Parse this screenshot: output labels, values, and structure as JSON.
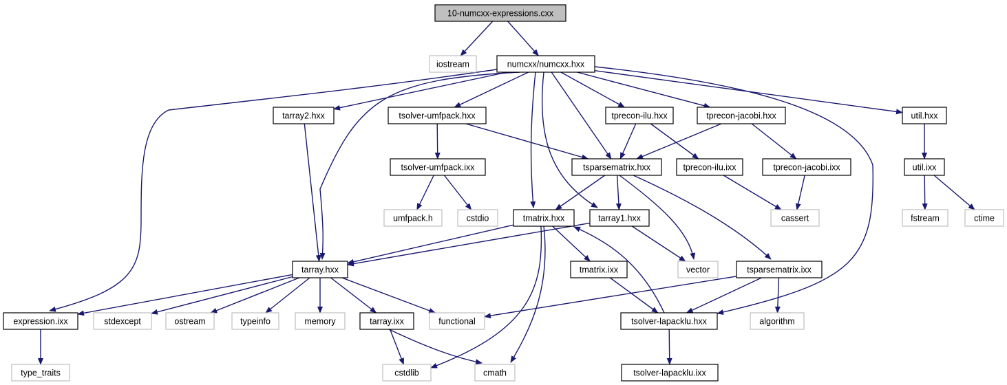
{
  "diagram": {
    "colors": {
      "edge": "#191970",
      "root_fill": "#bfbfbf",
      "documented_border": "#000000",
      "external_border": "#bfbfbf",
      "background": "#ffffff"
    },
    "nodes": [
      {
        "id": "root",
        "label": "10-numcxx-expressions.cxx",
        "kind": "root"
      },
      {
        "id": "iostream",
        "label": "iostream",
        "kind": "external"
      },
      {
        "id": "numcxx",
        "label": "numcxx/numcxx.hxx",
        "kind": "documented"
      },
      {
        "id": "tarray2",
        "label": "tarray2.hxx",
        "kind": "documented"
      },
      {
        "id": "tsolver_umfpack_hxx",
        "label": "tsolver-umfpack.hxx",
        "kind": "documented"
      },
      {
        "id": "tprecon_ilu_hxx",
        "label": "tprecon-ilu.hxx",
        "kind": "documented"
      },
      {
        "id": "tprecon_jacobi_hxx",
        "label": "tprecon-jacobi.hxx",
        "kind": "documented"
      },
      {
        "id": "util_hxx",
        "label": "util.hxx",
        "kind": "documented"
      },
      {
        "id": "tsolver_umfpack_ixx",
        "label": "tsolver-umfpack.ixx",
        "kind": "documented"
      },
      {
        "id": "tsparsematrix_hxx",
        "label": "tsparsematrix.hxx",
        "kind": "documented"
      },
      {
        "id": "tprecon_ilu_ixx",
        "label": "tprecon-ilu.ixx",
        "kind": "documented"
      },
      {
        "id": "tprecon_jacobi_ixx",
        "label": "tprecon-jacobi.ixx",
        "kind": "documented"
      },
      {
        "id": "util_ixx",
        "label": "util.ixx",
        "kind": "documented"
      },
      {
        "id": "umfpack",
        "label": "umfpack.h",
        "kind": "external"
      },
      {
        "id": "cstdio",
        "label": "cstdio",
        "kind": "external"
      },
      {
        "id": "cassert",
        "label": "cassert",
        "kind": "external"
      },
      {
        "id": "fstream",
        "label": "fstream",
        "kind": "external"
      },
      {
        "id": "ctime",
        "label": "ctime",
        "kind": "external"
      },
      {
        "id": "tmatrix_hxx",
        "label": "tmatrix.hxx",
        "kind": "documented"
      },
      {
        "id": "tarray1",
        "label": "tarray1.hxx",
        "kind": "documented"
      },
      {
        "id": "tarray_hxx",
        "label": "tarray.hxx",
        "kind": "documented"
      },
      {
        "id": "vector",
        "label": "vector",
        "kind": "external"
      },
      {
        "id": "tmatrix_ixx",
        "label": "tmatrix.ixx",
        "kind": "documented"
      },
      {
        "id": "tsparsematrix_ixx",
        "label": "tsparsematrix.ixx",
        "kind": "documented"
      },
      {
        "id": "expression",
        "label": "expression.ixx",
        "kind": "documented"
      },
      {
        "id": "stdexcept",
        "label": "stdexcept",
        "kind": "external"
      },
      {
        "id": "ostream",
        "label": "ostream",
        "kind": "external"
      },
      {
        "id": "typeinfo",
        "label": "typeinfo",
        "kind": "external"
      },
      {
        "id": "memory",
        "label": "memory",
        "kind": "external"
      },
      {
        "id": "tarray_ixx",
        "label": "tarray.ixx",
        "kind": "documented"
      },
      {
        "id": "functional",
        "label": "functional",
        "kind": "external"
      },
      {
        "id": "tsolver_lapacklu_hxx",
        "label": "tsolver-lapacklu.hxx",
        "kind": "documented"
      },
      {
        "id": "algorithm",
        "label": "algorithm",
        "kind": "external"
      },
      {
        "id": "type_traits",
        "label": "type_traits",
        "kind": "external"
      },
      {
        "id": "cstdlib",
        "label": "cstdlib",
        "kind": "external"
      },
      {
        "id": "cmath",
        "label": "cmath",
        "kind": "external"
      },
      {
        "id": "tsolver_lapacklu_ixx",
        "label": "tsolver-lapacklu.ixx",
        "kind": "documented"
      }
    ],
    "edges": [
      [
        "root",
        "iostream"
      ],
      [
        "root",
        "numcxx"
      ],
      [
        "numcxx",
        "expression"
      ],
      [
        "numcxx",
        "tarray_hxx"
      ],
      [
        "numcxx",
        "tarray2"
      ],
      [
        "numcxx",
        "tsolver_umfpack_hxx"
      ],
      [
        "numcxx",
        "tmatrix_hxx"
      ],
      [
        "numcxx",
        "tarray1"
      ],
      [
        "numcxx",
        "tsparsematrix_hxx"
      ],
      [
        "numcxx",
        "tprecon_ilu_hxx"
      ],
      [
        "numcxx",
        "tprecon_jacobi_hxx"
      ],
      [
        "numcxx",
        "tsolver_lapacklu_hxx"
      ],
      [
        "numcxx",
        "util_hxx"
      ],
      [
        "tarray2",
        "tarray_hxx"
      ],
      [
        "tsolver_umfpack_hxx",
        "tsolver_umfpack_ixx"
      ],
      [
        "tsolver_umfpack_hxx",
        "tsparsematrix_hxx"
      ],
      [
        "tsolver_umfpack_ixx",
        "umfpack"
      ],
      [
        "tsolver_umfpack_ixx",
        "cstdio"
      ],
      [
        "tprecon_ilu_hxx",
        "tsparsematrix_hxx"
      ],
      [
        "tprecon_ilu_hxx",
        "tprecon_ilu_ixx"
      ],
      [
        "tprecon_jacobi_hxx",
        "tsparsematrix_hxx"
      ],
      [
        "tprecon_jacobi_hxx",
        "tprecon_jacobi_ixx"
      ],
      [
        "tprecon_ilu_ixx",
        "cassert"
      ],
      [
        "tprecon_jacobi_ixx",
        "cassert"
      ],
      [
        "util_hxx",
        "util_ixx"
      ],
      [
        "util_ixx",
        "fstream"
      ],
      [
        "util_ixx",
        "ctime"
      ],
      [
        "tsparsematrix_hxx",
        "tmatrix_hxx"
      ],
      [
        "tsparsematrix_hxx",
        "tarray1"
      ],
      [
        "tsparsematrix_hxx",
        "vector"
      ],
      [
        "tsparsematrix_hxx",
        "tsparsematrix_ixx"
      ],
      [
        "tmatrix_hxx",
        "tarray_hxx"
      ],
      [
        "tmatrix_hxx",
        "tmatrix_ixx"
      ],
      [
        "tmatrix_hxx",
        "cstdlib"
      ],
      [
        "tmatrix_hxx",
        "cmath"
      ],
      [
        "tarray1",
        "tarray_hxx"
      ],
      [
        "tarray1",
        "vector"
      ],
      [
        "tarray_hxx",
        "expression"
      ],
      [
        "tarray_hxx",
        "stdexcept"
      ],
      [
        "tarray_hxx",
        "ostream"
      ],
      [
        "tarray_hxx",
        "typeinfo"
      ],
      [
        "tarray_hxx",
        "memory"
      ],
      [
        "tarray_hxx",
        "tarray_ixx"
      ],
      [
        "tarray_hxx",
        "functional"
      ],
      [
        "tmatrix_ixx",
        "tsolver_lapacklu_hxx"
      ],
      [
        "tsparsematrix_ixx",
        "functional"
      ],
      [
        "tsparsematrix_ixx",
        "tsolver_lapacklu_hxx"
      ],
      [
        "tsparsematrix_ixx",
        "algorithm"
      ],
      [
        "tsolver_lapacklu_hxx",
        "tmatrix_hxx"
      ],
      [
        "tsolver_lapacklu_hxx",
        "tsolver_lapacklu_ixx"
      ],
      [
        "expression",
        "type_traits"
      ],
      [
        "tarray_ixx",
        "cstdlib"
      ],
      [
        "tarray_ixx",
        "cmath"
      ]
    ]
  }
}
